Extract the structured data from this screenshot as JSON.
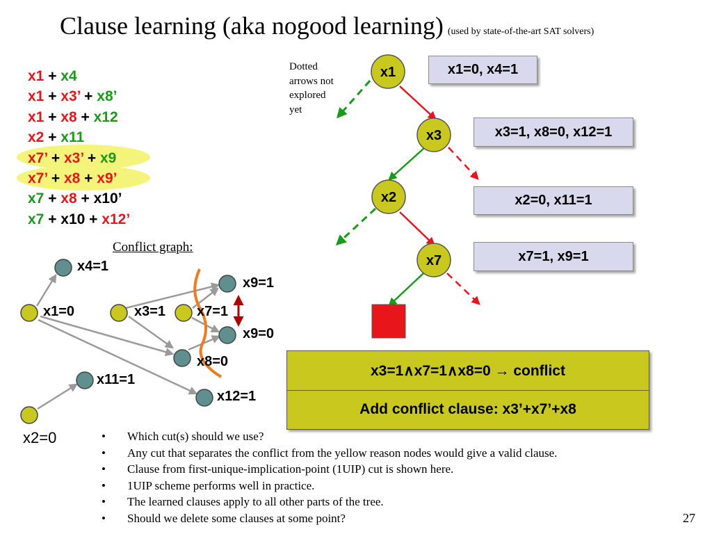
{
  "slide": {
    "title": "Clause learning (aka nogood learning)",
    "subtitle": "(used by state-of-the-art SAT solvers)",
    "page_number": "27"
  },
  "clauses": [
    [
      {
        "t": "x1",
        "c": "r"
      },
      {
        "t": " + ",
        "c": "k"
      },
      {
        "t": "x4",
        "c": "g"
      }
    ],
    [
      {
        "t": "x1",
        "c": "r"
      },
      {
        "t": " + ",
        "c": "k"
      },
      {
        "t": "x3’",
        "c": "r"
      },
      {
        "t": " + ",
        "c": "k"
      },
      {
        "t": "x8’",
        "c": "g"
      }
    ],
    [
      {
        "t": "x1",
        "c": "r"
      },
      {
        "t": " + ",
        "c": "k"
      },
      {
        "t": "x8",
        "c": "r"
      },
      {
        "t": " + ",
        "c": "k"
      },
      {
        "t": "x12",
        "c": "g"
      }
    ],
    [
      {
        "t": "x2",
        "c": "r"
      },
      {
        "t": " + ",
        "c": "k"
      },
      {
        "t": "x11",
        "c": "g"
      }
    ],
    [
      {
        "t": "x7’",
        "c": "r"
      },
      {
        "t": " + ",
        "c": "k"
      },
      {
        "t": "x3’",
        "c": "r"
      },
      {
        "t": " + ",
        "c": "k"
      },
      {
        "t": "x9",
        "c": "g"
      }
    ],
    [
      {
        "t": "x7’",
        "c": "r"
      },
      {
        "t": " + ",
        "c": "k"
      },
      {
        "t": "x8",
        "c": "r"
      },
      {
        "t": " + ",
        "c": "k"
      },
      {
        "t": "x9’",
        "c": "r"
      }
    ],
    [
      {
        "t": "x7",
        "c": "g"
      },
      {
        "t": " + ",
        "c": "k"
      },
      {
        "t": "x8",
        "c": "r"
      },
      {
        "t": " + ",
        "c": "k"
      },
      {
        "t": "x10’",
        "c": "k"
      }
    ],
    [
      {
        "t": "x7",
        "c": "g"
      },
      {
        "t": " + ",
        "c": "k"
      },
      {
        "t": "x10",
        "c": "k"
      },
      {
        "t": " + ",
        "c": "k"
      },
      {
        "t": "x12’",
        "c": "r"
      }
    ]
  ],
  "dotted_note": "Dotted arrows not explored yet",
  "search_tree": {
    "nodes": [
      "x1",
      "x3",
      "x2",
      "x7"
    ],
    "assignments": [
      "x1=0, x4=1",
      "x3=1, x8=0, x12=1",
      "x2=0, x11=1",
      "x7=1, x9=1"
    ]
  },
  "conflict_graph": {
    "label": "Conflict graph:",
    "nodes": [
      "x4=1",
      "x1=0",
      "x3=1",
      "x7=1",
      "x9=1",
      "x9=0",
      "x8=0",
      "x11=1",
      "x12=1",
      "x2=0"
    ]
  },
  "conflict_panel": {
    "conflict": "x3=1∧x7=1∧x8=0 → conflict",
    "add_clause": "Add conflict clause: x3’+x7’+x8"
  },
  "bullets": [
    "Which cut(s) should we use?",
    "Any cut that separates the conflict from the yellow reason nodes would give a valid clause.",
    "Clause from first-unique-implication-point (1UIP) cut is shown here.",
    "1UIP scheme performs well in practice.",
    "The learned clauses apply to all other parts of the tree.",
    "Should we delete some clauses at some point?"
  ],
  "bullet_symbol": "•",
  "colors": {
    "true_literal": "#189b17",
    "false_literal": "#e8161b",
    "decision_node": "#c8c81e",
    "implied_node": "#5f8f8f",
    "conflict_box": "#e8161b",
    "assignment_box": "#d9d9ee",
    "highlight": "#f4f47a",
    "cut_line": "#f07a1e"
  }
}
